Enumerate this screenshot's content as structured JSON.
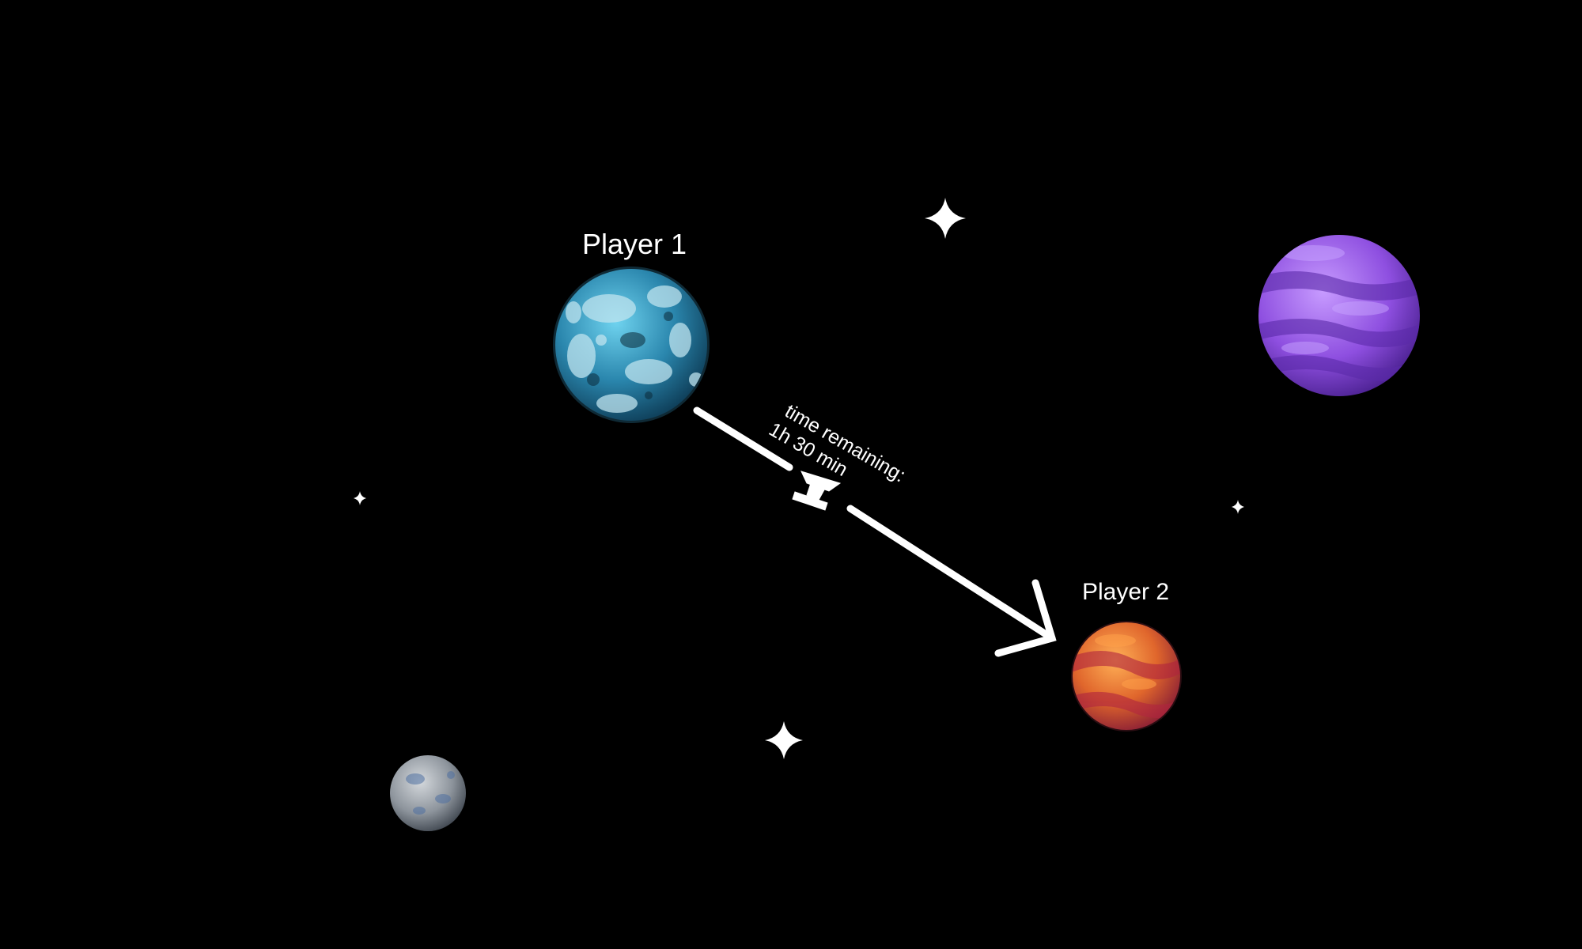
{
  "players": [
    {
      "name": "Player 1",
      "planet": "blue-ocean-planet"
    },
    {
      "name": "Player 2",
      "planet": "orange-red-planet"
    }
  ],
  "fleet": {
    "icon": "spaceship-icon",
    "time_label": "time remaining:",
    "time_value": "1h 30 min"
  },
  "colors": {
    "background": "#000000",
    "path": "#ffffff",
    "planet_blue": "#3a9cc0",
    "planet_purple": "#9b5de5",
    "planet_orange": "#e8732a",
    "planet_grey": "#9aa3ad"
  }
}
